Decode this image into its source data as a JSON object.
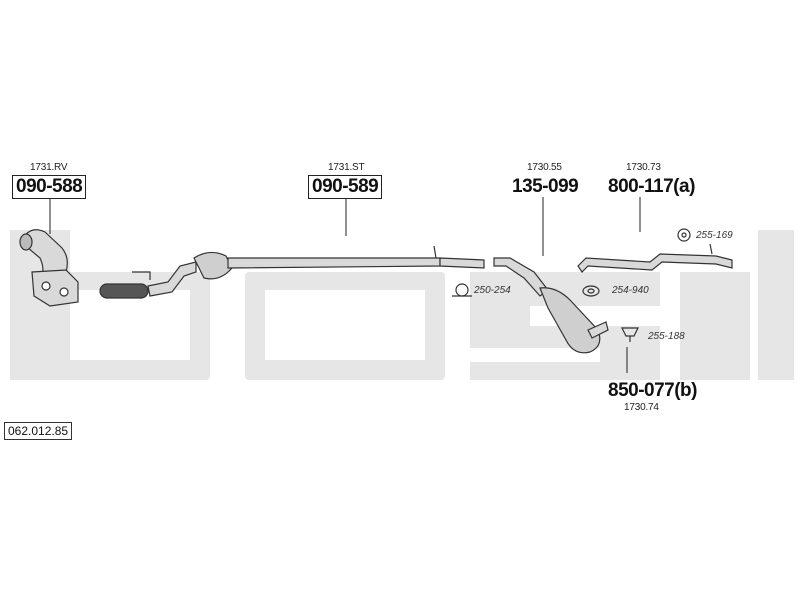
{
  "watermark": {
    "text": "bosal",
    "color": "#e6e6e6"
  },
  "catalog_number": "062.012.85",
  "parts": [
    {
      "ref": "1731.RV",
      "part": "090-588",
      "boxed": true
    },
    {
      "ref": "1731.ST",
      "part": "090-589",
      "boxed": true
    },
    {
      "ref": "1730.55",
      "part": "135-099",
      "boxed": false
    },
    {
      "ref": "1730.73",
      "part": "800-117(a)",
      "boxed": false
    },
    {
      "ref": "1730.74",
      "part": "850-077(b)",
      "boxed": false
    }
  ],
  "accessories": [
    {
      "part": "250-254",
      "icon": "clamp-icon"
    },
    {
      "part": "254-940",
      "icon": "gasket-icon"
    },
    {
      "part": "255-169",
      "icon": "rubber-ring-icon"
    },
    {
      "part": "255-188",
      "icon": "hanger-icon"
    }
  ],
  "colors": {
    "line": "#222222",
    "part_fill": "#d9d9d9",
    "part_stroke": "#333333"
  }
}
